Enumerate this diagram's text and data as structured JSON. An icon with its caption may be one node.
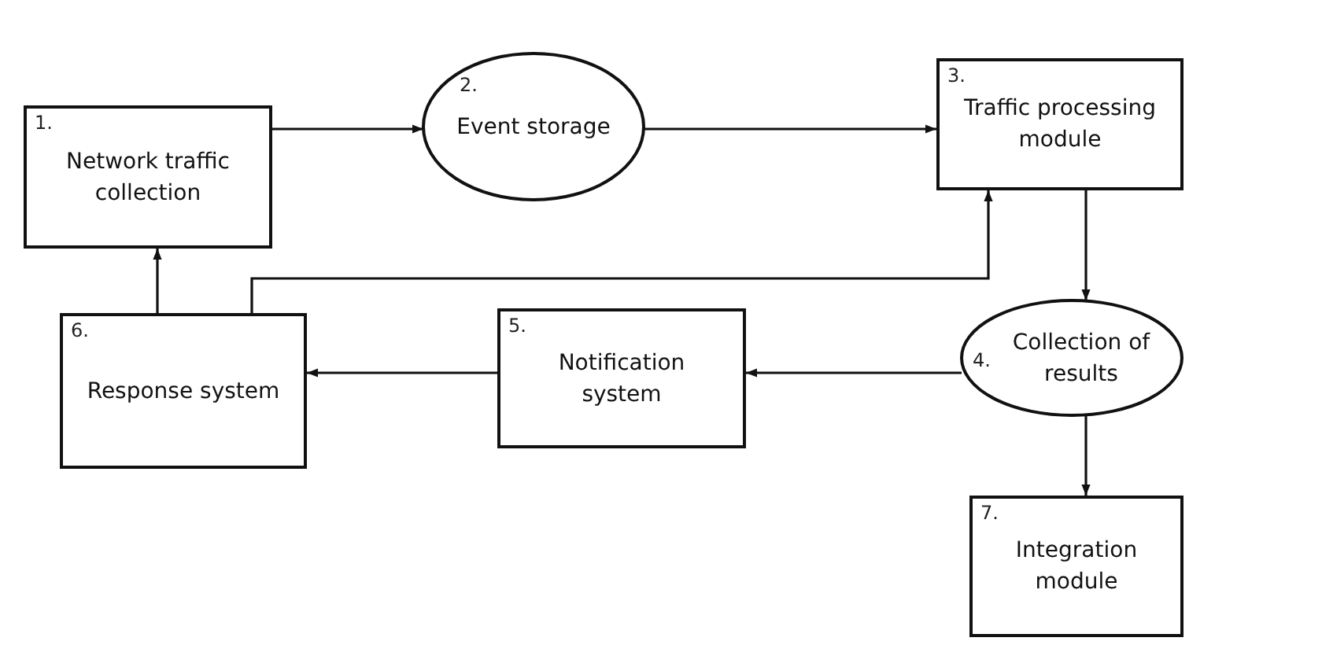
{
  "diagram": {
    "nodes": [
      {
        "text": [
          "1.",
          "Network traffic collection"
        ]
      },
      {
        "text": [
          "2.",
          "Event storage"
        ]
      },
      {
        "text": [
          "3.",
          "Traffic processing module"
        ]
      },
      {
        "text": [
          "4.",
          "Collection of results"
        ]
      },
      {
        "text": [
          "5.",
          "Notification system"
        ]
      },
      {
        "text": [
          "6.",
          "Response system"
        ]
      },
      {
        "text": [
          "7.",
          "Integration module"
        ]
      }
    ],
    "edges": [
      {
        "from": 0,
        "to": 1,
        "arrow": "to"
      },
      {
        "from": 1,
        "to": 2,
        "arrow": "to"
      },
      {
        "from": 2,
        "to": 3,
        "arrow": "to"
      },
      {
        "from": 3,
        "to": 4,
        "arrow": "to"
      },
      {
        "from": 4,
        "to": 5,
        "arrow": "to"
      },
      {
        "from": 5,
        "to": 0,
        "arrow": "to"
      },
      {
        "from": 5,
        "to": 2,
        "arrow": "to"
      },
      {
        "from": 3,
        "to": 6,
        "arrow": "to"
      }
    ]
  }
}
